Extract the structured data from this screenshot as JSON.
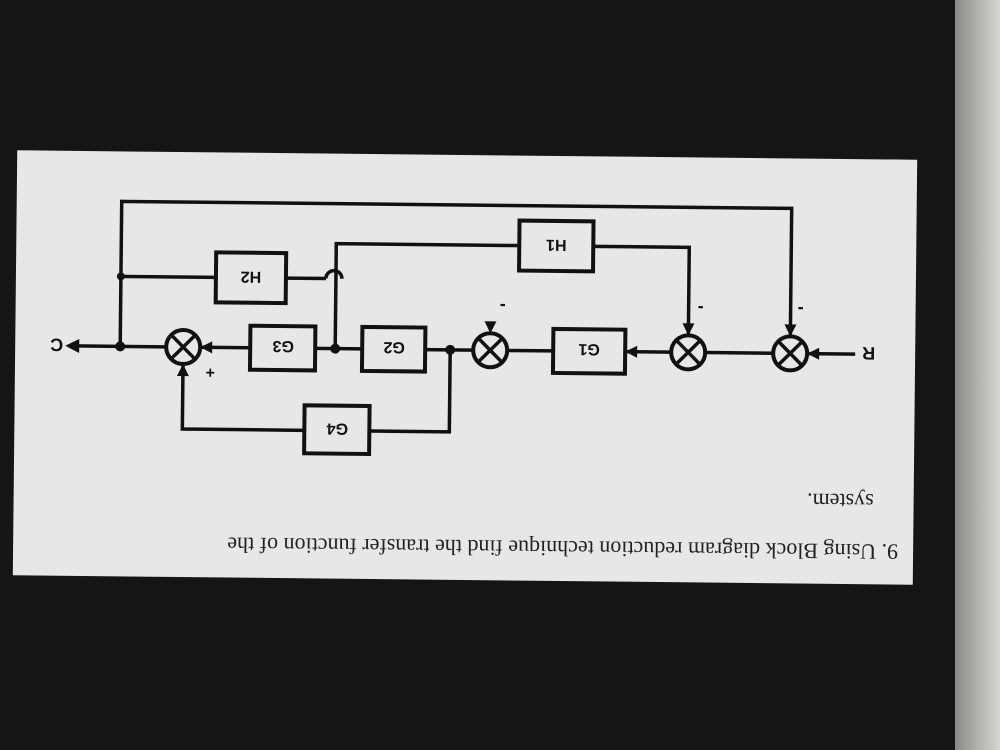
{
  "question": {
    "line1": "9. Using Block diagram reduction technique find the transfer function of the",
    "line2": "system."
  },
  "diagram": {
    "input": "R",
    "output": "C",
    "blocks": {
      "g1": "G1",
      "g2": "G2",
      "g3": "G3",
      "g4": "G4",
      "h1": "H1",
      "h2": "H2"
    },
    "signs": {
      "s1": "-",
      "s2": "-",
      "s3": "-",
      "s4": "+"
    }
  }
}
